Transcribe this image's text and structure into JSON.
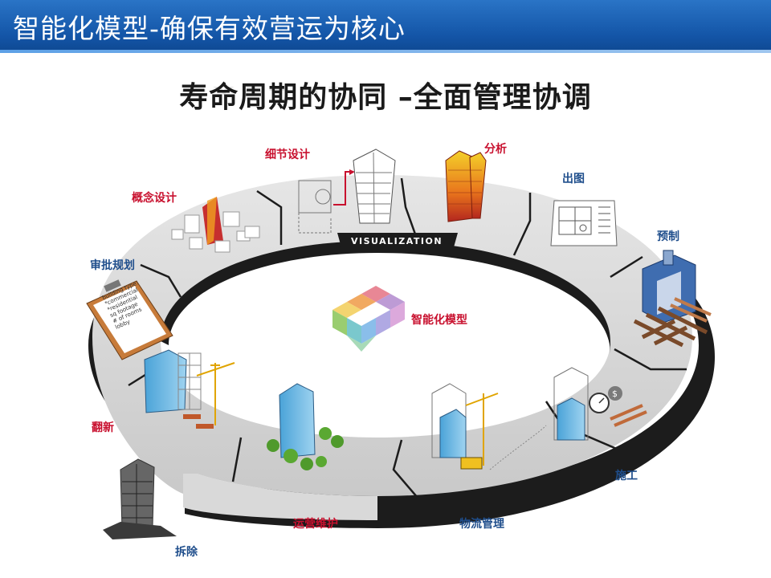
{
  "header": {
    "title": "智能化模型-确保有效营运为核心"
  },
  "subtitle": "寿命周期的协同 –全面管理协调",
  "ring": {
    "band_text": "VISUALIZATION"
  },
  "center": {
    "label": "智能化模型"
  },
  "stages": {
    "detail_design": "细节设计",
    "analysis": "分析",
    "drawing": "出图",
    "prefab": "预制",
    "concept_design": "概念设计",
    "planning_approval": "审批规划",
    "renovation": "翻新",
    "construction": "施工",
    "logistics": "物流管理",
    "operation": "运营维护",
    "demolition": "拆除"
  },
  "clipboard": {
    "lines": [
      "building type:",
      "*commercial",
      "*residential",
      "sq footage",
      "# of rooms",
      "lobby"
    ]
  },
  "colors": {
    "header": "#1456a8",
    "stage_red": "#c8102e",
    "stage_blue": "#1f4e8c",
    "ring_gray": "#d6d6d6",
    "ring_dark": "#1c1c1c"
  }
}
